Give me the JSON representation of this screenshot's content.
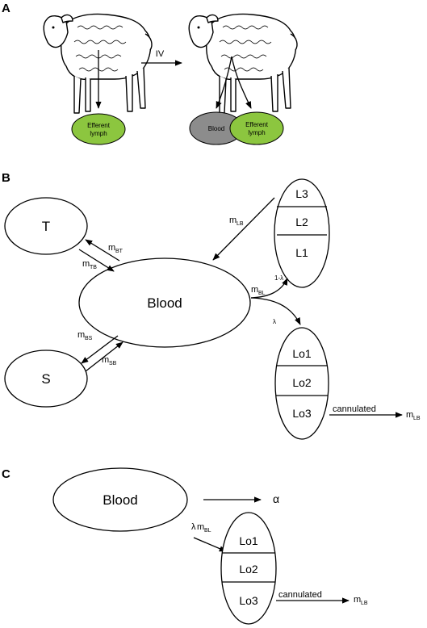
{
  "panel_a": {
    "letter": "A",
    "arrow_label": "IV",
    "efferent_left": [
      "Efferent",
      "lymph"
    ],
    "blood": "Blood",
    "efferent_right": [
      "Efferent",
      "lymph"
    ],
    "colors": {
      "green": "#8cc63f",
      "gray": "#8c8c8c"
    },
    "icons": [
      "sheep-icon",
      "sheep-icon"
    ]
  },
  "panel_b": {
    "letter": "B",
    "nodes": {
      "T": "T",
      "S": "S",
      "blood": "Blood"
    },
    "upper_node": [
      "L3",
      "L2",
      "L1"
    ],
    "lower_node": [
      "Lo1",
      "Lo2",
      "Lo3"
    ],
    "labels": {
      "m": "m",
      "bt": "BT",
      "tb": "TB",
      "bs": "BS",
      "sb": "SB",
      "lb": "LB",
      "bl": "BL",
      "one_minus_lambda": "1-λ",
      "lambda": "λ",
      "cannulated": "cannulated"
    }
  },
  "panel_c": {
    "letter": "C",
    "blood": "Blood",
    "alpha": "α",
    "lambda": "λ",
    "m": "m",
    "bl": "BL",
    "lb": "LB",
    "lower_node": [
      "Lo1",
      "Lo2",
      "Lo3"
    ],
    "cannulated": "cannulated"
  }
}
